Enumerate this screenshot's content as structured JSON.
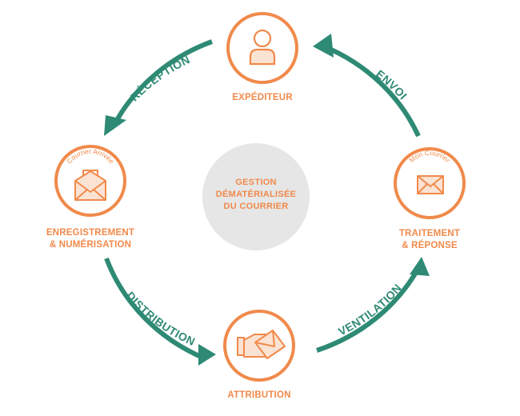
{
  "diagram": {
    "center": {
      "line1": "GESTION",
      "line2": "DÉMATÉRIALISÉE",
      "line3": "DU COURRIER"
    },
    "nodes": {
      "expediteur": {
        "label": "EXPÉDITEUR",
        "icon": "person-icon"
      },
      "enregistrement": {
        "badge": "Courrier Arrivée",
        "line1": "ENREGISTREMENT",
        "line2": "& NUMÉRISATION",
        "icon": "open-envelope-icon"
      },
      "attribution": {
        "label": "ATTRIBUTION",
        "icon": "hand-envelope-icon"
      },
      "traitement": {
        "badge": "Mon Courrier",
        "line1": "TRAITEMENT",
        "line2": "& RÉPONSE",
        "icon": "envelope-icon"
      }
    },
    "arrows": {
      "reception": "RÉCEPTION",
      "distribution": "DISTRIBUTION",
      "ventilation": "VENTILATION",
      "envoi": "ENVOI"
    }
  },
  "colors": {
    "orange": "#f08a4b",
    "teal": "#2e8a74",
    "center_fill": "#e6e6e6"
  }
}
